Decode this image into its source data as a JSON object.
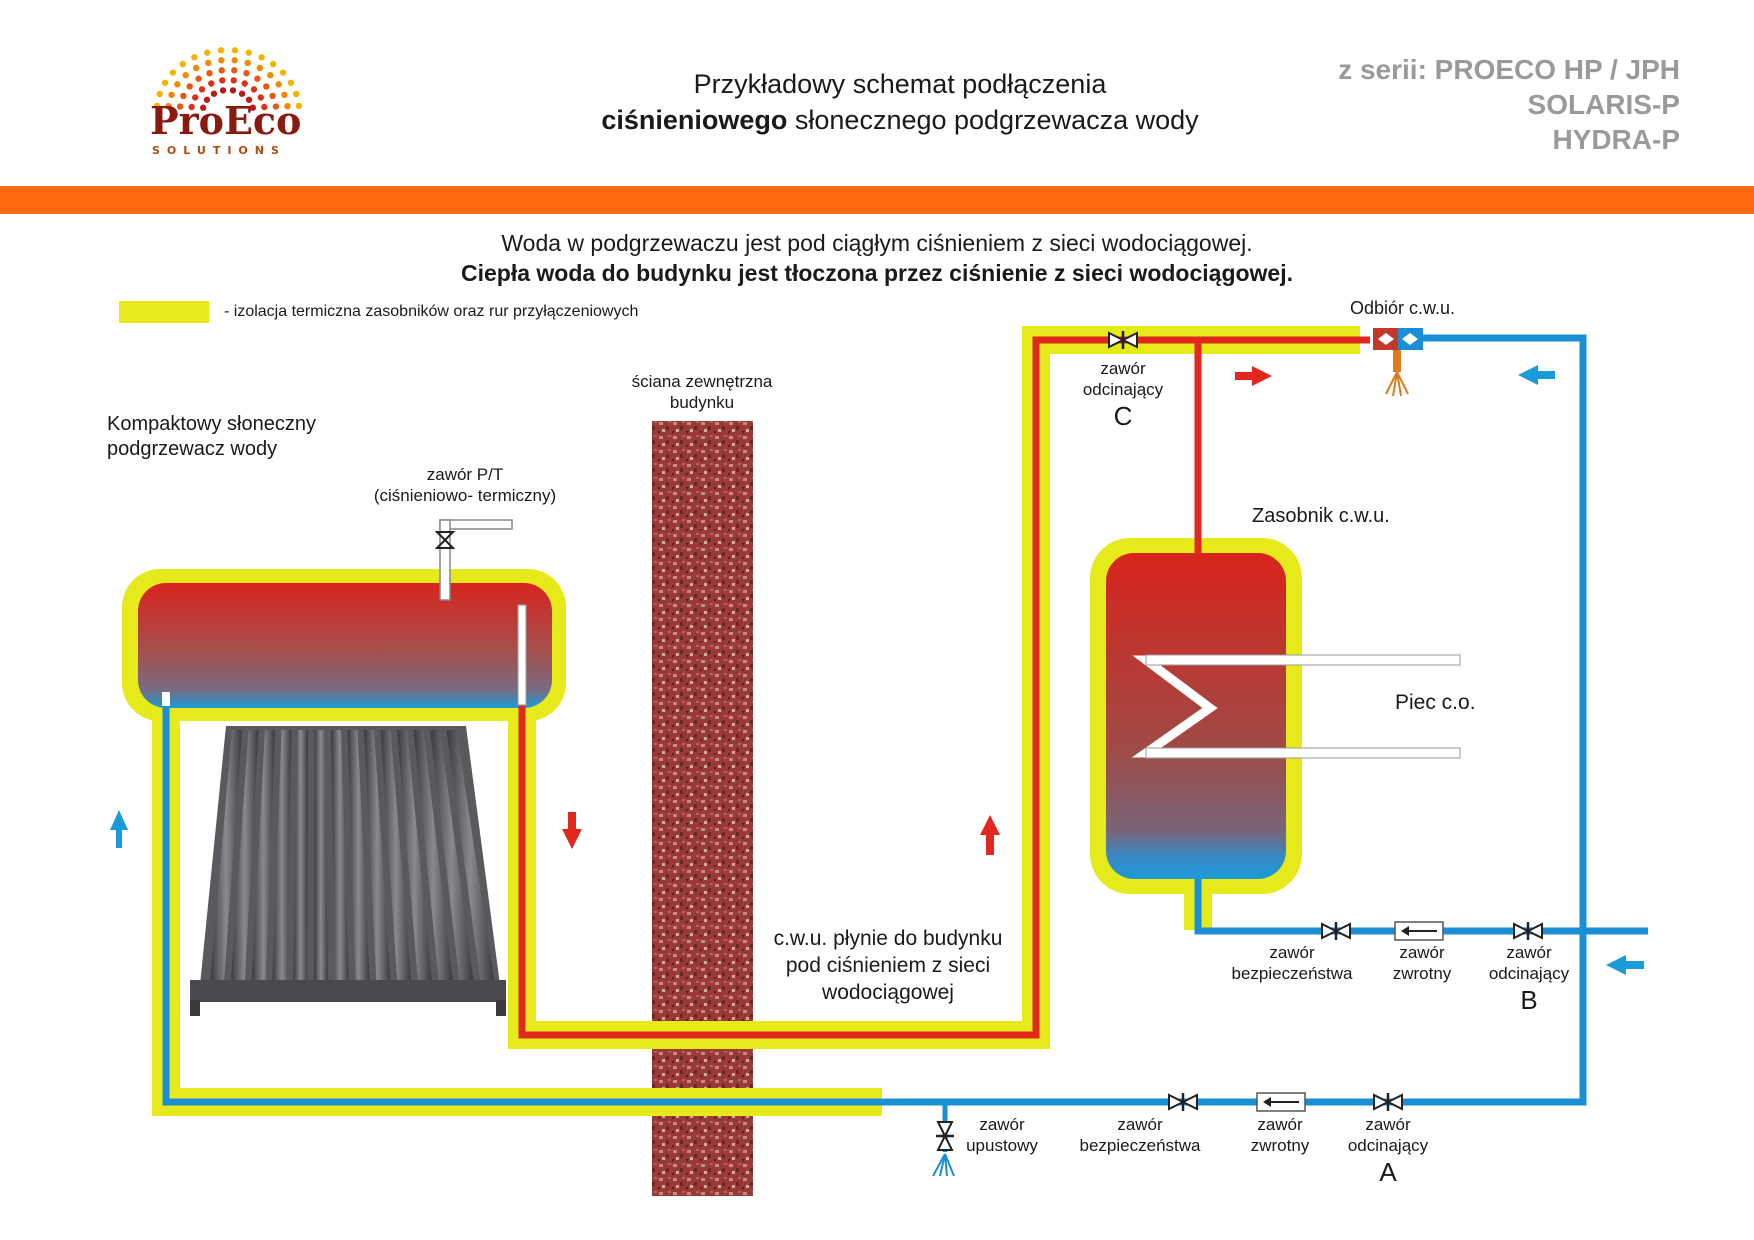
{
  "logo": {
    "name": "ProEco",
    "sub": "SOLUTIONS"
  },
  "header": {
    "line1": "Przykładowy schemat podłączenia",
    "line2_bold": "ciśnieniowego",
    "line2_rest": " słonecznego podgrzewacza wody"
  },
  "series": {
    "line1": "z serii: PROECO HP / JPH",
    "line2": "SOLARIS-P",
    "line3": "HYDRA-P"
  },
  "subtitle": {
    "line1": "Woda w podgrzewaczu jest pod ciągłym ciśnieniem z sieci wodociągowej.",
    "line2": "Ciepła woda do budynku jest tłoczona przez ciśnienie z sieci wodociągowej."
  },
  "legend": {
    "insulation": "- izolacja termiczna zasobników oraz rur przyłączeniowych"
  },
  "labels": {
    "heater_1": "Kompaktowy słoneczny",
    "heater_2": "podgrzewacz wody",
    "pt_valve_1": "zawór P/T",
    "pt_valve_2": "(ciśnieniowo- termiczny)",
    "wall_1": "ściana zewnętrzna",
    "wall_2": "budynku",
    "valve_c_1": "zawór",
    "valve_c_2": "odcinający",
    "valve_c_letter": "C",
    "draw_off": "Odbiór c.w.u.",
    "tank": "Zasobnik c.w.u.",
    "boiler": "Piec c.o.",
    "flow_1": "c.w.u. płynie do budynku",
    "flow_2": "pod ciśnieniem z sieci",
    "flow_3": "wodociągowej",
    "b_safety_1": "zawór",
    "b_safety_2": "bezpieczeństwa",
    "b_check_1": "zawór",
    "b_check_2": "zwrotny",
    "b_shutoff_1": "zawór",
    "b_shutoff_2": "odcinający",
    "b_letter": "B",
    "drain_1": "zawór",
    "drain_2": "upustowy",
    "a_safety_1": "zawór",
    "a_safety_2": "bezpieczeństwa",
    "a_check_1": "zawór",
    "a_check_2": "zwrotny",
    "a_shutoff_1": "zawór",
    "a_shutoff_2": "odcinający",
    "a_letter": "A"
  },
  "colors": {
    "hot_pipe": "#e0281e",
    "cold_pipe": "#1a8fd6",
    "insulation": "#e6ea1a",
    "wall": "#9a3a36",
    "accent_bar": "#ff6a10",
    "series_text": "#9a9a9a"
  }
}
